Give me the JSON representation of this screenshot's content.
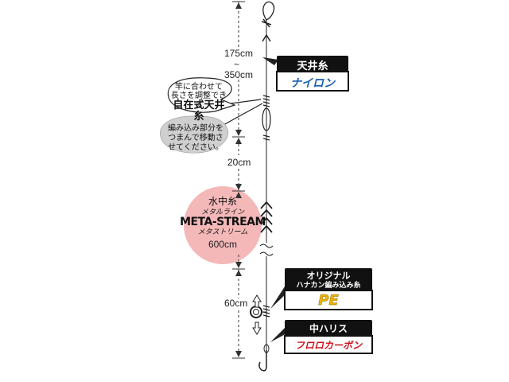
{
  "dimensions": {
    "top_length_min": "175cm",
    "tilde": "~",
    "top_length_max": "350cm",
    "mid_length": "20cm",
    "main_length": "600cm",
    "bottom_length": "60cm"
  },
  "callout_adjust": {
    "line1": "竿に合わせて",
    "line2": "長さを調整できる",
    "emphasis": "自在式天井糸"
  },
  "callout_move": {
    "line1": "編み込み部分を",
    "line2": "つまんで移動さ",
    "line3": "せてください。"
  },
  "main_line": {
    "title": "水中糸",
    "sub1": "メタルライン",
    "brand": "META-STREAM",
    "sub2": "メタストリーム"
  },
  "labels": {
    "tenjou": {
      "top": "天井糸",
      "bottom": "ナイロン"
    },
    "original": {
      "top1": "オリジナル",
      "top2": "ハナカン編み込み糸",
      "bottom": "PE"
    },
    "nakaharisu": {
      "top": "中ハリス",
      "bottom": "フロロカーボン"
    }
  },
  "colors": {
    "nylon_blue": "#1a5fb4",
    "pe_yellow": "#f0b400",
    "fluoro_red": "#d0101a",
    "circle_pink": "#f4b8b8",
    "callout_gray": "#cfcfcf"
  }
}
